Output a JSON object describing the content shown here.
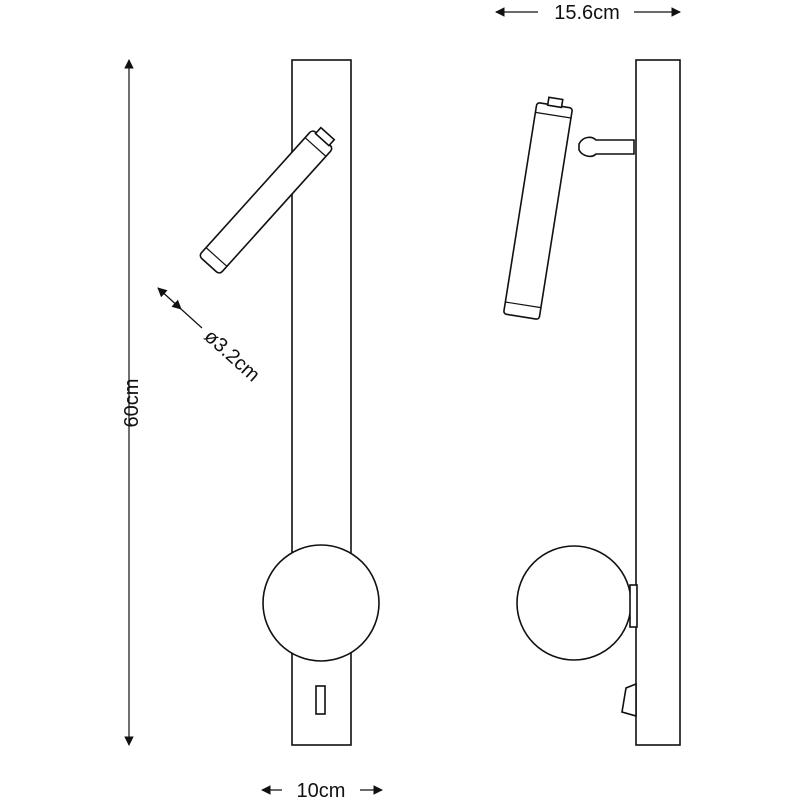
{
  "dimensions": {
    "height": "60cm",
    "width_front": "10cm",
    "depth_side": "15.6cm",
    "spot_diameter": "ø3.2cm"
  },
  "colors": {
    "line": "#111111",
    "background": "#ffffff"
  }
}
